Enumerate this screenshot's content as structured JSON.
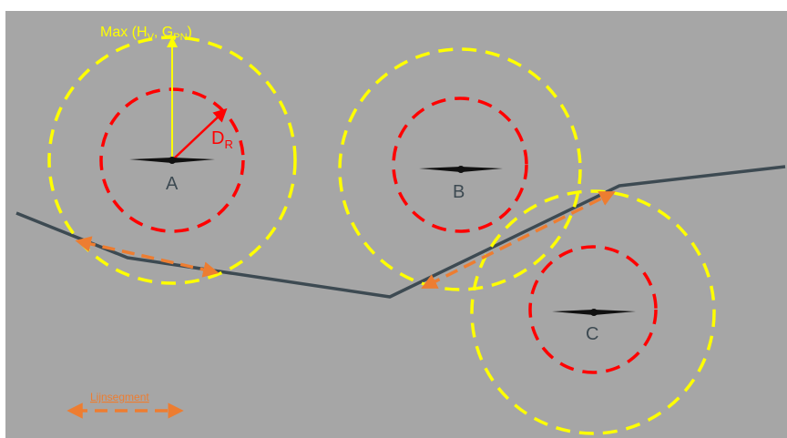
{
  "turbines": [
    {
      "label": "A"
    },
    {
      "label": "B"
    },
    {
      "label": "C"
    }
  ],
  "annotations": {
    "max_prefix": "Max (H",
    "max_sub1": "V",
    "max_mid": ", G",
    "max_sub2": "PN",
    "max_suffix": ")",
    "dr_main": "D",
    "dr_sub": "R"
  },
  "legend": {
    "label": "Lijnsegment"
  },
  "colors": {
    "background": "#a6a6a6",
    "outer_circle": "#ffff00",
    "inner_circle": "#ff0000",
    "line": "#3d4a52",
    "segment": "#ed7d31",
    "max_text": "#ffff00",
    "dr_text": "#ff0000",
    "turbine_label": "#3d4a52",
    "legend_text": "#ed7d31"
  }
}
